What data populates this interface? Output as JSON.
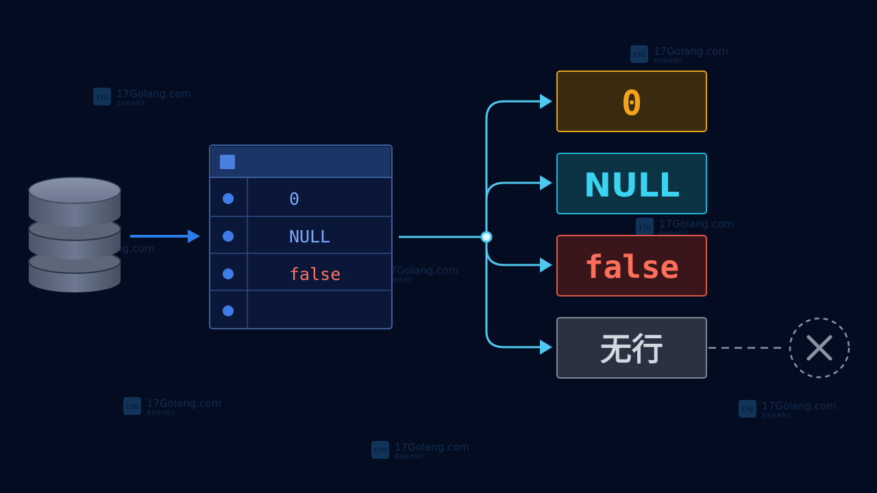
{
  "table": {
    "rows": [
      {
        "value": ""
      },
      {
        "value": "0"
      },
      {
        "value": "NULL"
      },
      {
        "value": "false"
      },
      {
        "value": ""
      }
    ]
  },
  "outputs": [
    {
      "label": "0",
      "fill": "#3a2a0e",
      "stroke": "#e8a21e",
      "text_color": "#f4a41c"
    },
    {
      "label": "NULL",
      "fill": "#0c3344",
      "stroke": "#1fb3d6",
      "text_color": "#3ad4f2"
    },
    {
      "label": "false",
      "fill": "#3a1519",
      "stroke": "#e0584b",
      "text_color": "#ff6f5c"
    },
    {
      "label": "无行",
      "fill": "#2a3140",
      "stroke": "#7e8898",
      "text_color": "#d3d8e0"
    }
  ],
  "watermark": {
    "logo": "17G",
    "site": "17Golang.com",
    "tagline": "原创技术图文"
  },
  "colors": {
    "background": "#040c22",
    "input_arrow": "#2a7bea",
    "branch_line": "#4fc8ef",
    "dashed_connector": "#8a93a3",
    "table_header": "#1b3566",
    "table_border": "#3e5d9a",
    "row_dot": "#3f7de6",
    "row_text": "#7fa9ff",
    "row_text_false": "#ff7265"
  },
  "icons": {
    "source": "database-icon",
    "rejected": "close-icon"
  }
}
